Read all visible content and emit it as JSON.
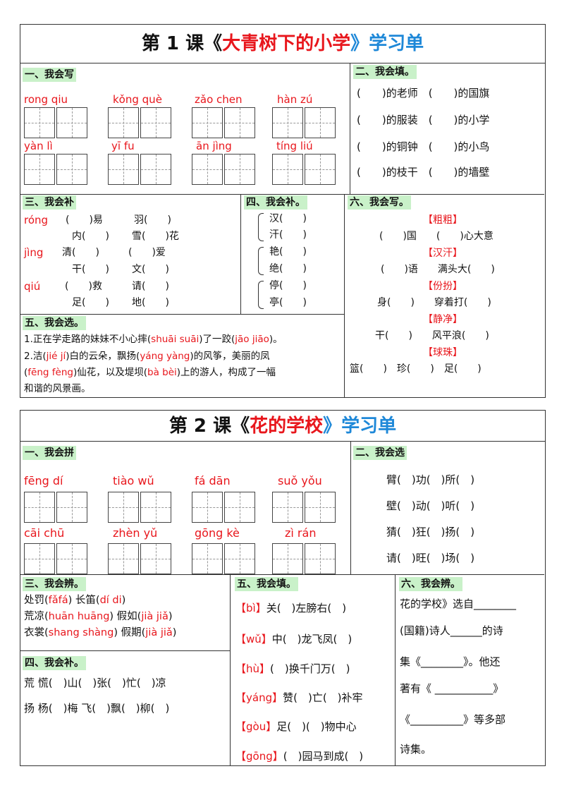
{
  "lesson1": {
    "title_prefix": "第 1 课《",
    "title_name": "大青树下的小学",
    "title_suffix": "》学习单",
    "s1": {
      "title": "一、我会写",
      "row1_pinyin": [
        "rong qiu",
        "kǒng què",
        "zǎo chen",
        "hàn zú"
      ],
      "row2_pinyin": [
        "yàn  lì",
        "yī  fu",
        "ān  jìng",
        "tíng liú"
      ]
    },
    "s2": {
      "title": "二、我会填。",
      "lines": [
        "(　　)的老师　(　　)的国旗",
        "(　　)的服装　(　　)的小学",
        "(　　)的铜钟　(　　)的小鸟",
        "(　　)的枝干　(　　)的墙壁"
      ]
    },
    "s3": {
      "title": "三、我会补",
      "p1": "róng",
      "p2": "jìng",
      "p3": "qiú",
      "r1a": "(　　)易",
      "r1b": "羽(　　)",
      "r2a": "内(　　)",
      "r2b": "雪(　　)花",
      "r3a": "清(　　)",
      "r3b": "(　　)爱",
      "r4a": "干(　　)",
      "r4b": "文(　　)",
      "r5a": "(　　)救",
      "r5b": "请(　　)",
      "r6a": "足(　　)",
      "r6b": "地(　　)"
    },
    "s4": {
      "title": "四、我会补。",
      "items": [
        "汉(　　)",
        "汗(　　)",
        "艳(　　)",
        "绝(　　)",
        "停(　　)",
        "亭(　　)"
      ]
    },
    "s5": {
      "title": "五、我会选。",
      "l1a": "1.正在学走路的妹妹不小心摔(",
      "l1b": "shuāi suāi",
      "l1c": ")了一跤(",
      "l1d": "jāo jiāo",
      "l1e": ")。",
      "l2a": "2.洁(",
      "l2b": "jié jí",
      "l2c": ")白的云朵，飘扬(",
      "l2d": "yáng yàng",
      "l2e": ")的风筝，美丽的凤",
      "l3a": "(",
      "l3b": "fēng fèng",
      "l3c": ")仙花，以及堤坝(",
      "l3d": "bà  bèi",
      "l3e": ")上的游人，构成了一幅",
      "l4": "和谐的风景画。"
    },
    "s6": {
      "title": "六、我会写。",
      "k1": "【粗粗】",
      "k2": "【汉汗】",
      "k3": "【份扮】",
      "k4": "【静净】",
      "k5": "【球珠】",
      "a1": "(　　)国　　(　　)心大意",
      "a2": "(　　)语　　满头大(　　)",
      "a3": "身(　　)　　穿着打(　　)",
      "a4": "干(　　)　　风平浪(　　)",
      "a5": "篮(　　)　珍(　　)　足(　　)"
    }
  },
  "lesson2": {
    "title_prefix": "第 2 课《",
    "title_name": "花的学校",
    "title_suffix": "》学习单",
    "s1": {
      "title": "一、我会拼",
      "row1_pinyin": [
        "fēng  dí",
        "tiào wǔ",
        "fá  dān",
        "suǒ yǒu"
      ],
      "row2_pinyin": [
        "cāi  chū",
        "zhèn yǔ",
        "gōng kè",
        "zì rán"
      ]
    },
    "s2": {
      "title": "二、我会选",
      "lines": [
        "臂(　)功(　)所(　)",
        "壁(　)动(　)听(　)",
        "猜(　)狂(　)扬(　)",
        "请(　)旺(　)场(　)"
      ]
    },
    "s3": {
      "title": "三、我会辨。",
      "l1a": "处罚(",
      "l1b": "fǎfá",
      ")": "",
      "l1c": ") 长笛(",
      "l1d": "dí di",
      "l1e": ")",
      "l2a": "荒凉(",
      "l2b": "huān huāng",
      "l2c": ") 假如(",
      "l2d": "jià jiǎ",
      "l2e": ")",
      "l3a": "衣裳(",
      "l3b": "shang shàng",
      "l3c": ") 假期(",
      "l3d": "jià jiǎ",
      "l3e": ")"
    },
    "s4": {
      "title": "四、我会补。",
      "l1": "荒 慌(　)山(　)张(　)忙(　)凉",
      "l2": "扬 杨(　)梅 飞(　)飘(　)柳(　)"
    },
    "s5": {
      "title": "五、我会填。",
      "k": [
        "【bì】",
        "【wǔ】",
        "【hù】",
        "【yáng】",
        "【gòu】",
        "【gōng】"
      ],
      "v": [
        "关(　)左膀右(　)",
        "中(　)龙飞凤(　)",
        "(　)换千门万(　)",
        "赞(　)亡(　)补牢",
        "足(　)(　)物中心",
        "(　)园马到成(　)"
      ]
    },
    "s6": {
      "title": "六、我会辨。",
      "lines": [
        "花的学校》选自________",
        "(国籍)诗人______的诗",
        "集《________》。他还",
        "著有《 ___________》",
        "《__________》等多部",
        "诗集。"
      ]
    }
  }
}
